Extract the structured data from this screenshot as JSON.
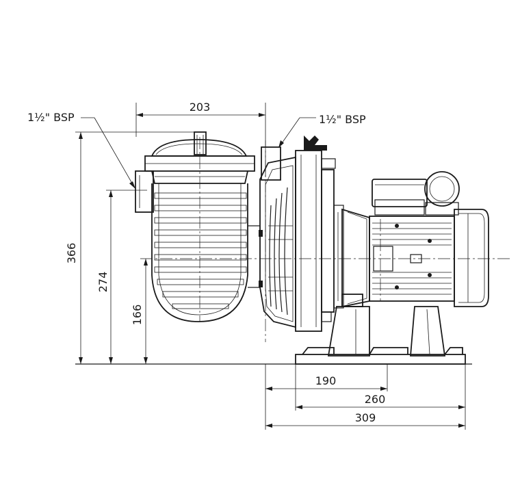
{
  "dimensions": {
    "width_top": "203",
    "inlet_label": "1½\" BSP",
    "outlet_label": "1½\" BSP",
    "height_total": "366",
    "height_inlet": "274",
    "height_axis": "166",
    "base_190": "190",
    "base_260": "260",
    "base_309": "309"
  }
}
